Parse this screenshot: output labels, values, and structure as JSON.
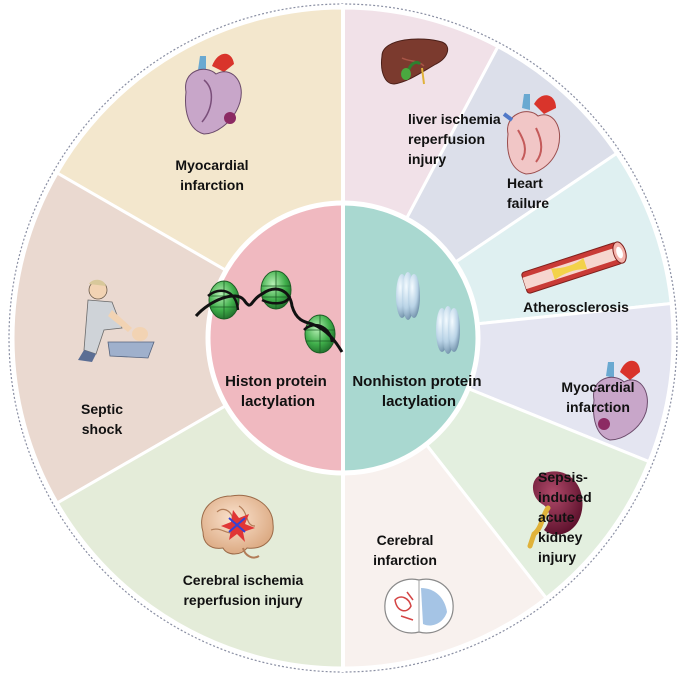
{
  "diagram": {
    "center_left": {
      "lines": [
        "Histon protein",
        "lactylation"
      ],
      "color": "#f0b9c0"
    },
    "center_right": {
      "lines": [
        "Nonhiston protein",
        "lactylation"
      ],
      "color": "#a9d8d0"
    },
    "left_sectors": [
      {
        "lines": [
          "Myocardial",
          "infarction"
        ],
        "color": "#f3e7cd",
        "icon": "heart-icon"
      },
      {
        "lines": [
          "Septic",
          "shock"
        ],
        "color": "#ead9d0",
        "icon": "cpr-icon"
      },
      {
        "lines": [
          "Cerebral ischemia",
          "reperfusion  injury"
        ],
        "color": "#e4ecd9",
        "icon": "brain-icon"
      }
    ],
    "right_sectors": [
      {
        "lines": [
          "liver ischemia",
          "reperfusion",
          "injury"
        ],
        "color": "#f1e1e8",
        "icon": "liver-icon"
      },
      {
        "lines": [
          "Heart",
          "failure"
        ],
        "color": "#dcdfea",
        "icon": "heart-section-icon"
      },
      {
        "lines": [
          "Atherosclerosis"
        ],
        "color": "#dff0f1",
        "icon": "artery-icon"
      },
      {
        "lines": [
          "Myocardial",
          "infarction"
        ],
        "color": "#e4e5f1",
        "icon": "heart-icon"
      },
      {
        "lines": [
          "Sepsis-",
          "induced",
          "acute",
          "kidney",
          "injury"
        ],
        "color": "#e3efdf",
        "icon": "kidney-icon"
      },
      {
        "lines": [
          "Cerebral",
          "infarction"
        ],
        "color": "#f8f1ee",
        "icon": "brain-section-icon"
      }
    ]
  }
}
